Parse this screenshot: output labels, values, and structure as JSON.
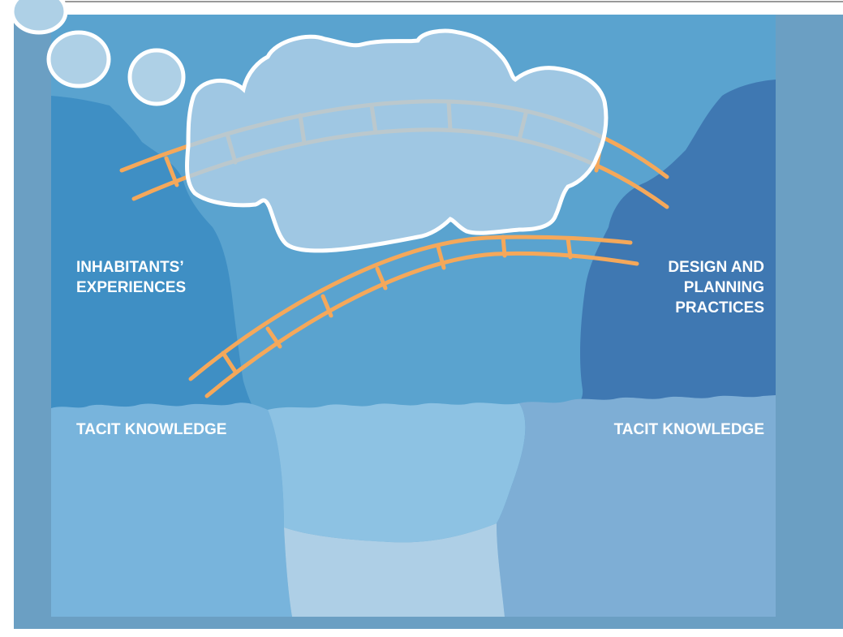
{
  "labels": {
    "left_top": "INHABITANTS’\nEXPERIENCES",
    "right_top": "DESIGN AND\nPLANNING\nPRACTICES",
    "left_bottom": "TACIT KNOWLEDGE",
    "right_bottom": "TACIT KNOWLEDGE"
  },
  "colors": {
    "frame": "#6b9fc3",
    "sky": "#5aa3cf",
    "cliff_left": "#3f8fc4",
    "cliff_right": "#3f78b2",
    "water_left": "#78b4dc",
    "water_middle": "#8dc2e3",
    "water_right": "#7eaed5",
    "water_deep": "#aecfe6",
    "bridge": "#f5a85a",
    "cloud_fill": "#aed0e6",
    "cloud_stroke": "#ffffff"
  }
}
